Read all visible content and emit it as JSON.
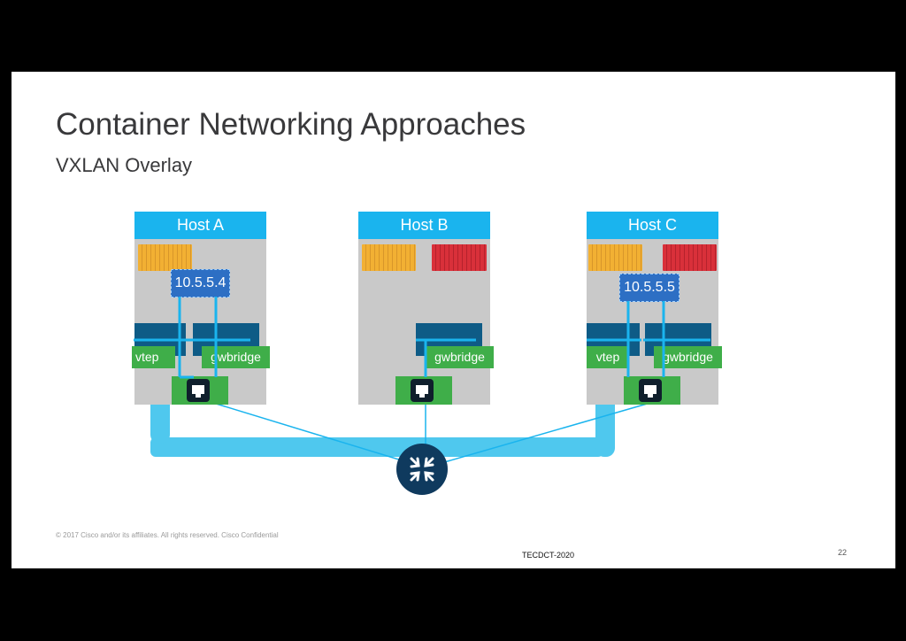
{
  "title": "Container Networking Approaches",
  "subtitle": "VXLAN Overlay",
  "hosts": [
    {
      "name": "Host A",
      "ip": "10.5.5.4",
      "vtep": "vtep",
      "bridge": "gwbridge"
    },
    {
      "name": "Host B",
      "bridge": "gwbridge"
    },
    {
      "name": "Host C",
      "ip": "10.5.5.5",
      "vtep": "vtep",
      "bridge": "gwbridge"
    }
  ],
  "footer": {
    "copyright": "© 2017  Cisco and/or its affiliates. All rights reserved.   Cisco Confidential",
    "session": "TECDCT-2020",
    "page": "22"
  },
  "colors": {
    "host_header": "#1ab4ee",
    "host_body": "#c9c9c9",
    "bridge_green": "#3fae49",
    "namespace_blue": "#0e5b86",
    "tunnel_cyan": "#4fc8ee",
    "router": "#0f3a5e"
  },
  "icons": {
    "router": "router-icon",
    "nic": "ethernet-port-icon",
    "container": "shipping-container-icon"
  }
}
